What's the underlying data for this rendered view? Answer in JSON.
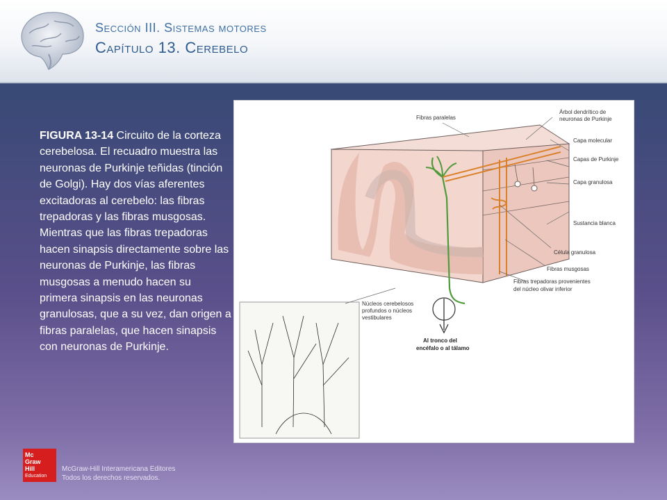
{
  "header": {
    "section": "Sección III. Sistemas motores",
    "chapter": "Capítulo 13.  Cerebelo"
  },
  "caption": {
    "figure_label": "FIGURA 13-14",
    "text": " Circuito de la corteza cerebelosa. El recuadro muestra las neuronas de Purkinje teñidas (tinción de Golgi). Hay dos vías aferentes excitadoras al cerebelo: las fibras trepadoras y las fibras musgosas. Mientras que las fibras trepadoras hacen sinapsis directamente sobre las neuronas de Purkinje, las fibras musgosas a menudo hacen su primera sinapsis en las neuronas granulosas, que a su vez, dan origen a fibras paralelas, que hacen sinapsis con neuronas de Purkinje."
  },
  "figure": {
    "labels": {
      "fibras_paralelas": "Fibras paralelas",
      "arbol_1": "Árbol dendrítico de",
      "arbol_2": "neuronas de Purkinje",
      "capa_molecular": "Capa molecular",
      "capa_purkinje": "Capas de Purkinje",
      "capa_granulosa": "Capa granulosa",
      "sustancia_blanca": "Sustancia blanca",
      "celula_granulosa": "Célula granulosa",
      "fibras_musgosas": "Fibras musgosas",
      "trepadoras_1": "Fibras trepadoras provenientes",
      "trepadoras_2": "del núcleo olivar inferior",
      "nucleos_1": "Núcleos cerebelosos",
      "nucleos_2": "profundos o núcleos",
      "nucleos_3": "vestibulares",
      "tronco_1": "Al tronco del",
      "tronco_2": "encéfalo o al tálamo"
    }
  },
  "footer": {
    "logo_line1": "Mc",
    "logo_line2": "Graw",
    "logo_line3": "Hill",
    "logo_line4": "Education",
    "publisher": "McGraw-Hill Interamericana Editores",
    "rights": "Todos los derechos reservados."
  },
  "colors": {
    "accent_title": "#3f6fa5",
    "purkinje_green": "#4f9a3a",
    "fiber_orange": "#d9822b",
    "tissue_pink": "#f1d3cb",
    "logo_red": "#d71e1e"
  }
}
